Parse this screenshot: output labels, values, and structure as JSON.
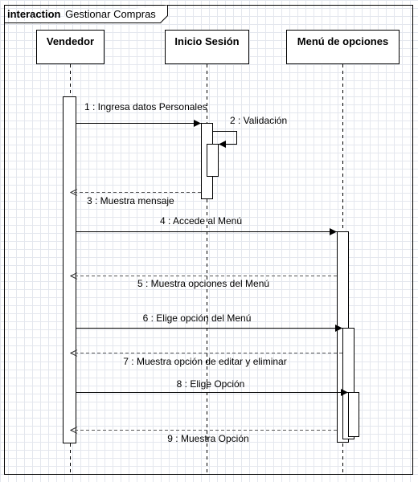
{
  "frame": {
    "keyword": "interaction",
    "name": "Gestionar  Compras"
  },
  "lifelines": [
    {
      "id": "vendedor",
      "name": "Vendedor"
    },
    {
      "id": "inicio",
      "name": "Inicio Sesión"
    },
    {
      "id": "menu",
      "name": "Menú de opciones"
    }
  ],
  "messages": [
    {
      "label": "1 : Ingresa datos Personales",
      "from": "vendedor",
      "to": "inicio",
      "kind": "sync"
    },
    {
      "label": "2 : Validación",
      "from": "inicio",
      "to": "inicio",
      "kind": "self"
    },
    {
      "label": "3 : Muestra mensaje",
      "from": "inicio",
      "to": "vendedor",
      "kind": "return"
    },
    {
      "label": "4 : Accede al Menú",
      "from": "vendedor",
      "to": "menu",
      "kind": "sync"
    },
    {
      "label": "5 : Muestra opciones del Menú",
      "from": "menu",
      "to": "vendedor",
      "kind": "return"
    },
    {
      "label": "6 : Elige opción del Menú",
      "from": "vendedor",
      "to": "menu",
      "kind": "sync"
    },
    {
      "label": "7 : Muestra opción de editar y eliminar",
      "from": "menu",
      "to": "vendedor",
      "kind": "return"
    },
    {
      "label": "8 : Elige Opción",
      "from": "vendedor",
      "to": "menu",
      "kind": "sync"
    },
    {
      "label": "9 : Muestra Opción",
      "from": "menu",
      "to": "vendedor",
      "kind": "return"
    }
  ],
  "colors": {
    "line": "#000000",
    "return_line": "#555555",
    "activation_fill": "#ffffff",
    "grid": "#e4e7ee"
  }
}
